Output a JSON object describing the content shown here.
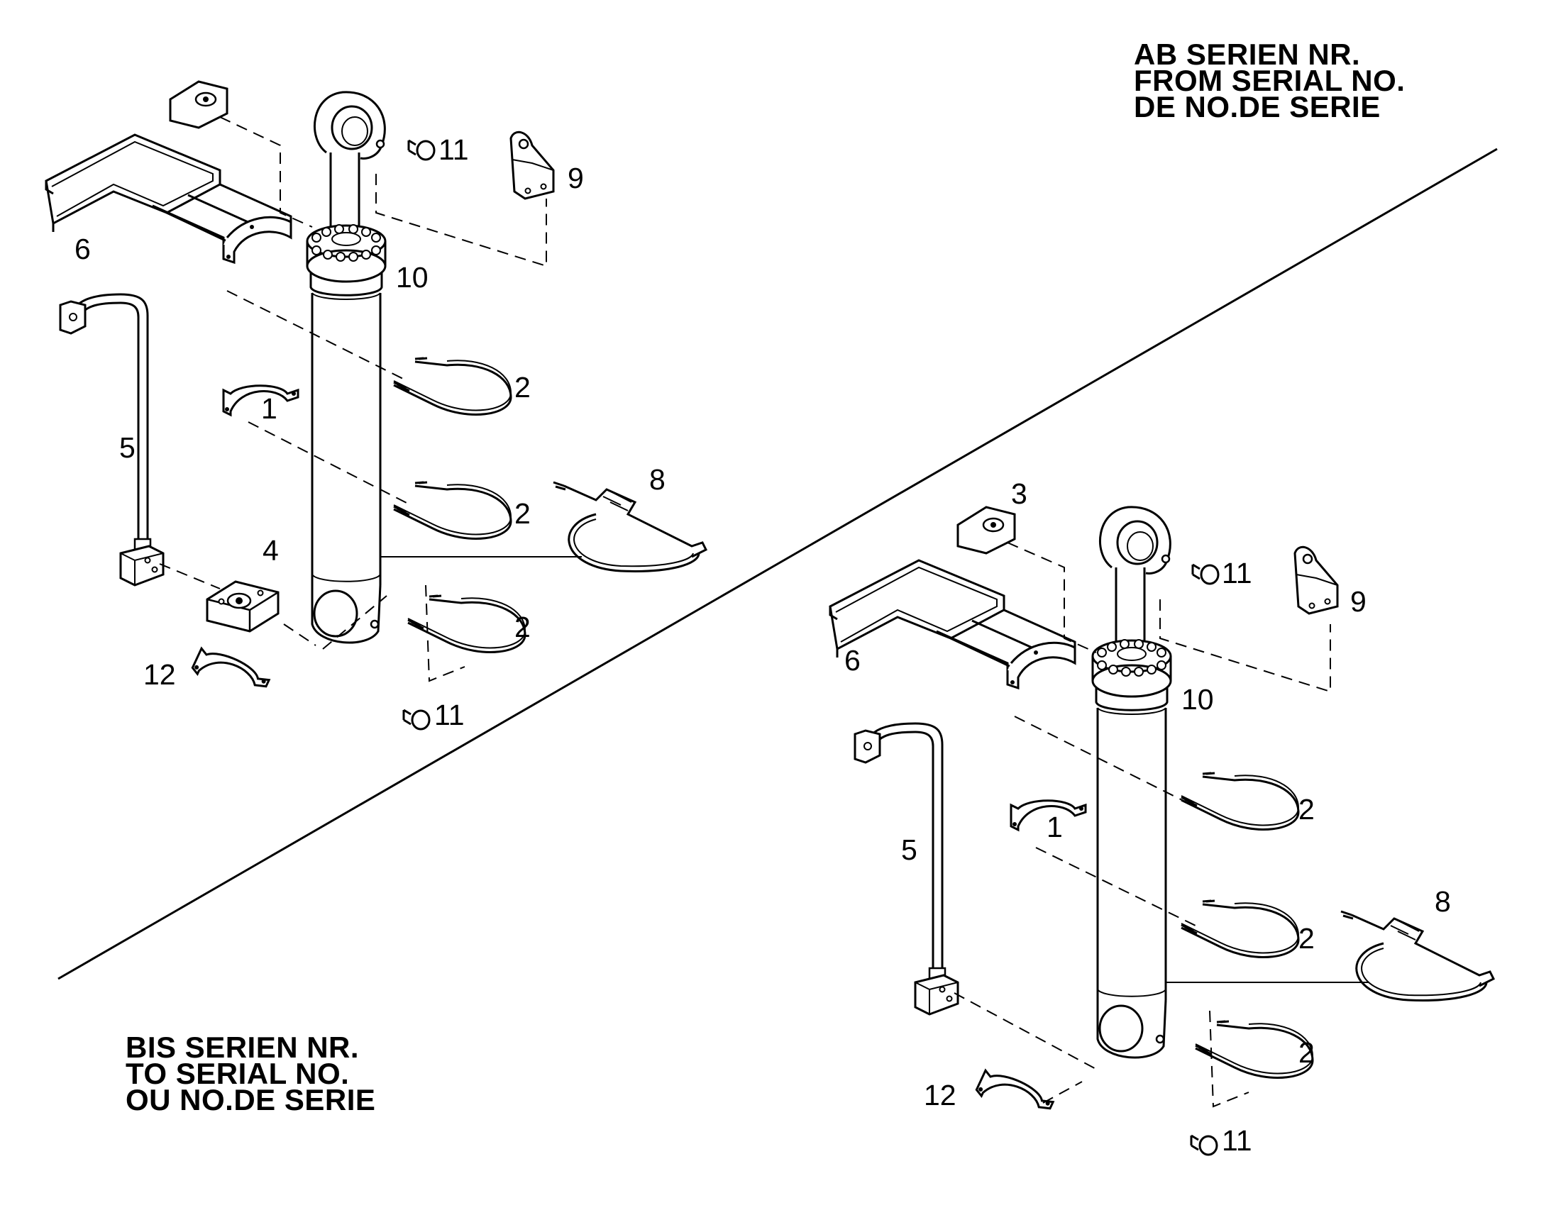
{
  "headings": {
    "from_serial": [
      "AB SERIEN NR.",
      "FROM SERIAL NO.",
      "DE NO.DE SERIE"
    ],
    "to_serial": [
      "BIS SERIEN NR.",
      "TO SERIAL NO.",
      "OU NO.DE SERIE"
    ]
  },
  "assemblies": {
    "old": {
      "label_clamp": "1",
      "label_ubolt_a": "2",
      "label_ubolt_b": "2",
      "label_ubolt_c": "2",
      "label_flange_block": "4",
      "label_pipe": "5",
      "label_bracket_frame": "6",
      "label_hose_clamp": "8",
      "label_mount_plate": "9",
      "label_cylinder": "10",
      "label_cap_top": "11",
      "label_cap_bottom": "11",
      "label_lower_clamp": "12"
    },
    "new": {
      "label_clamp": "1",
      "label_ubolt_a": "2",
      "label_ubolt_b": "2",
      "label_ubolt_c": "2",
      "label_flange_block": "3",
      "label_pipe": "5",
      "label_bracket_frame": "6",
      "label_hose_clamp": "8",
      "label_mount_plate": "9",
      "label_cylinder": "10",
      "label_cap_top": "11",
      "label_cap_bottom": "11",
      "label_lower_clamp": "12"
    }
  },
  "colors": {
    "ink": "#000000",
    "paper": "#ffffff"
  }
}
